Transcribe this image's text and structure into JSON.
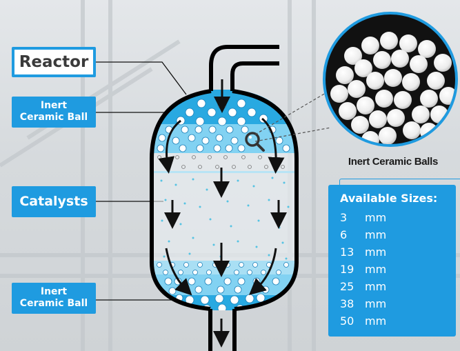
{
  "labels": {
    "reactor": "Reactor",
    "inert_top_line1": "Inert",
    "inert_top_line2": "Ceramic Ball",
    "catalysts": "Catalysts",
    "inert_bottom_line1": "Inert",
    "inert_bottom_line2": "Ceramic Ball"
  },
  "photo": {
    "caption": "Inert Ceramic Balls",
    "icon": "magnifier-icon"
  },
  "sizes": {
    "title": "Available Sizes:",
    "unit": "mm",
    "items": [
      {
        "value": "3",
        "unit": "mm"
      },
      {
        "value": "6",
        "unit": "mm"
      },
      {
        "value": "13",
        "unit": "mm"
      },
      {
        "value": "19",
        "unit": "mm"
      },
      {
        "value": "25",
        "unit": "mm"
      },
      {
        "value": "38",
        "unit": "mm"
      },
      {
        "value": "50",
        "unit": "mm"
      }
    ]
  },
  "colors": {
    "accent": "#1f9be0",
    "ball_layer_dark": "#29a9e1",
    "ball_layer_light": "#7fd0f0",
    "vessel_outline": "#000000"
  }
}
